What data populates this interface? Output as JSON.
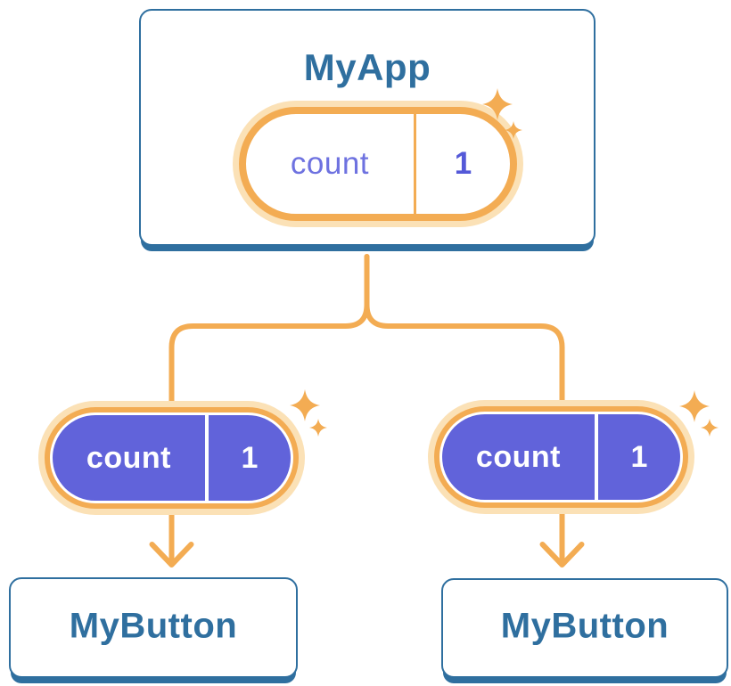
{
  "colors": {
    "blue": "#2f6f9f",
    "orange": "#f3ac53",
    "glow": "#fbe1b6",
    "purple": "#6163da",
    "purple-label": "#6e72e0",
    "purple-value": "#5459d8"
  },
  "root": {
    "title": "MyApp",
    "state": {
      "name": "count",
      "value": "1"
    }
  },
  "children": [
    {
      "title": "MyButton",
      "state": {
        "name": "count",
        "value": "1"
      }
    },
    {
      "title": "MyButton",
      "state": {
        "name": "count",
        "value": "1"
      }
    }
  ],
  "icons": {
    "sparkle": "four-point-star-sparkle",
    "arrow": "arrow-down-chevron"
  }
}
